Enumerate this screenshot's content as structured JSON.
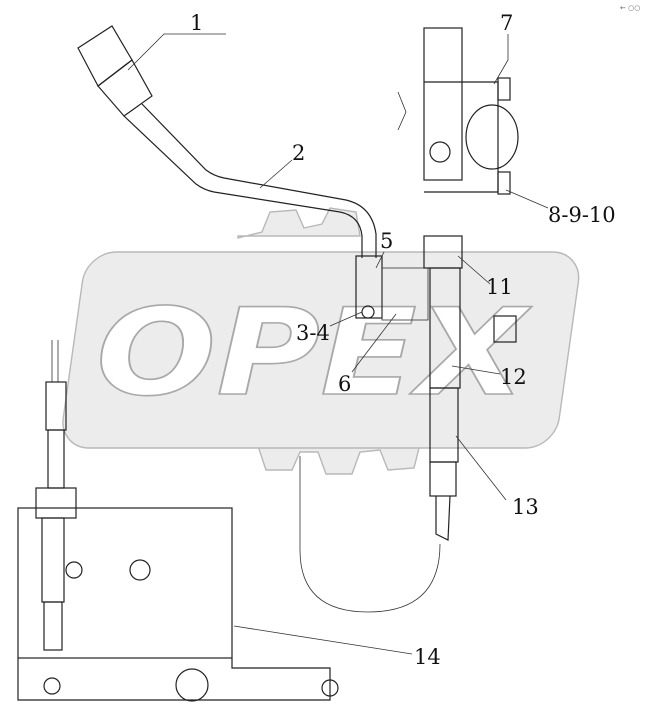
{
  "watermark": {
    "text": "OPEX"
  },
  "corner_mark": "← ○○",
  "callouts": [
    {
      "id": "c1",
      "label": "1"
    },
    {
      "id": "c2",
      "label": "2"
    },
    {
      "id": "c3",
      "label": "3-4"
    },
    {
      "id": "c5",
      "label": "5"
    },
    {
      "id": "c6",
      "label": "6"
    },
    {
      "id": "c7",
      "label": "7"
    },
    {
      "id": "c8",
      "label": "8-9-10"
    },
    {
      "id": "c11",
      "label": "11"
    },
    {
      "id": "c12",
      "label": "12"
    },
    {
      "id": "c13",
      "label": "13"
    },
    {
      "id": "c14",
      "label": "14"
    }
  ]
}
